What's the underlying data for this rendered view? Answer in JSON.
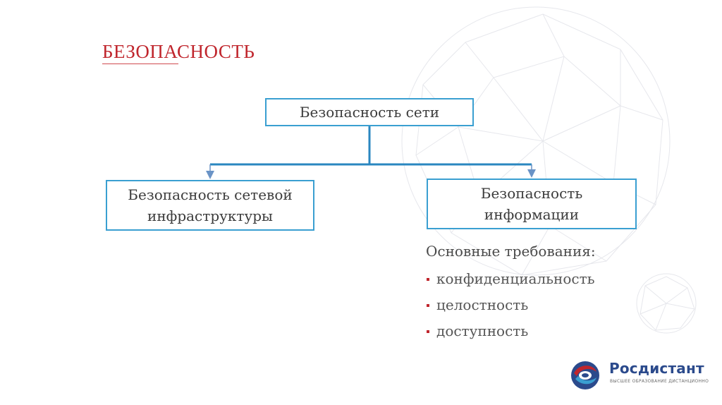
{
  "title": "БЕЗОПАСНОСТЬ",
  "diagram": {
    "root": "Безопасность сети",
    "left_line1": "Безопасность сетевой",
    "left_line2": "инфраструктуры",
    "right_line1": "Безопасность",
    "right_line2": "информации"
  },
  "requirements": {
    "heading": "Основные требования:",
    "items": [
      "конфиденциальность",
      "целостность",
      "доступность"
    ]
  },
  "logo": {
    "name": "Росдистант",
    "tagline": "высшее образование дистанционно"
  },
  "colors": {
    "accent_red": "#c0262d",
    "box_border": "#3a9fd1",
    "brand_blue": "#2b4a8c"
  }
}
